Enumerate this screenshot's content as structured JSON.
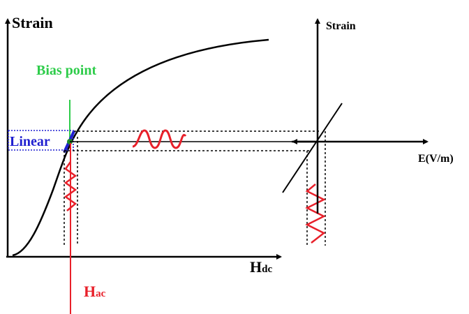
{
  "labels": {
    "strain_left": "Strain",
    "bias_point": "Bias point",
    "linear": "Linear",
    "h_dc_main": "H",
    "h_dc_sub": "dc",
    "h_ac_main": "H",
    "h_ac_sub": "ac",
    "strain_right": "Strain",
    "e_field": "E(V/m)"
  },
  "colors": {
    "axis": "#000000",
    "curve": "#000000",
    "bias_point": "#2ecc4a",
    "linear": "#1f1fd0",
    "signal": "#e8202a",
    "dotted": "#000000"
  }
}
